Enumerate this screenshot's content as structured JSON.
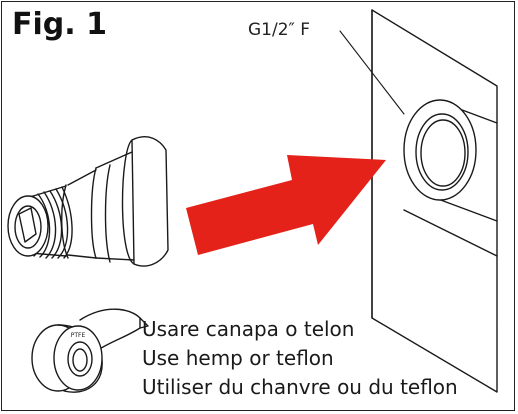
{
  "figure": {
    "title": "Fig. 1",
    "thread_label": "G1/2″ F",
    "arrow_color": "#e42219"
  },
  "instructions": [
    "Usare canapa o telon",
    "Use hemp or teflon",
    "Utiliser du chanvre ou du teflon"
  ],
  "tape_roll_label": "PTFE"
}
